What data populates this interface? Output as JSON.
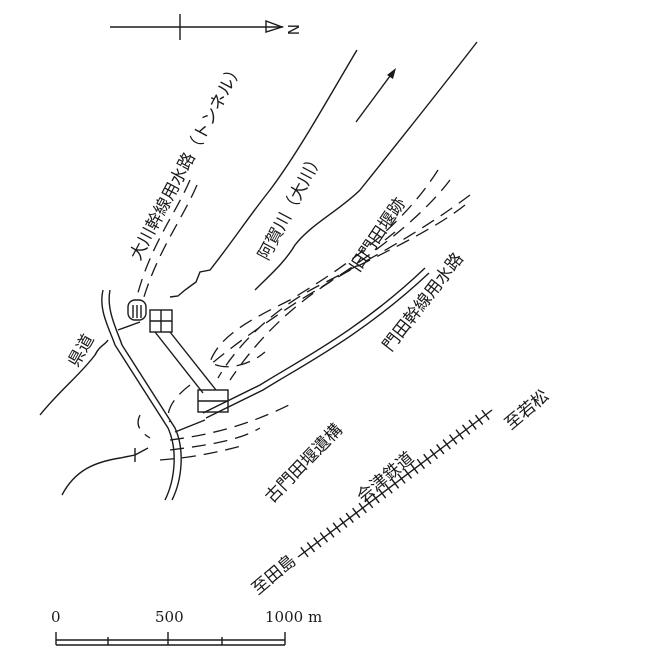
{
  "north_label": "N",
  "labels": {
    "tunnel_canal": "大川幹線用水路（トンネル）",
    "river": "阿賀川（大川）",
    "old_weir_site": "旧門田堰跡",
    "prefectural_road": "県道",
    "monden_canal": "門田幹線用水路",
    "ancient_weir_remains": "古門田堰遺構",
    "railway": "会津鉄道",
    "to_wakamatsu": "至若松",
    "to_tajima": "至田島"
  },
  "scale_bar": {
    "ticks": [
      "0",
      "500",
      "1000 m"
    ]
  }
}
